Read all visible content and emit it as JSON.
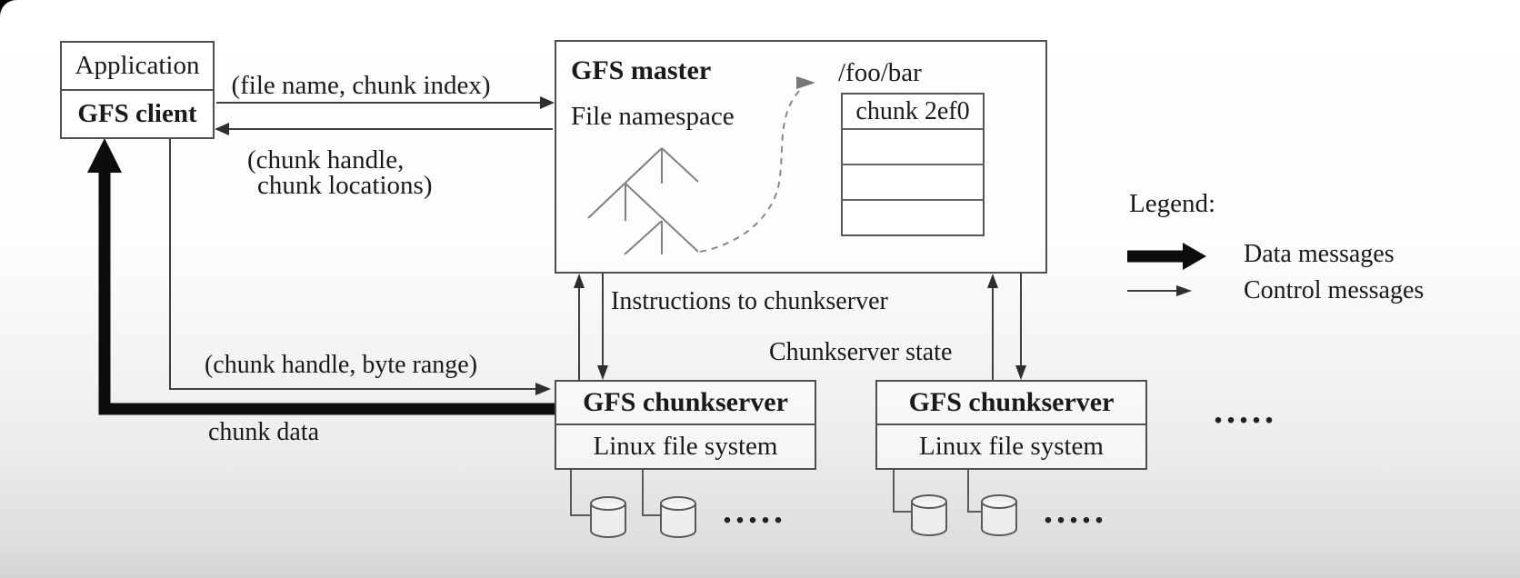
{
  "diagram": {
    "client": {
      "top_cell": "Application",
      "bottom_cell": "GFS client"
    },
    "master": {
      "title": "GFS master",
      "subtitle": "File namespace",
      "path_label": "/foo/bar",
      "chunk_table": {
        "rows": [
          "chunk 2ef0",
          "",
          "",
          ""
        ]
      }
    },
    "chunkserver1": {
      "title": "GFS chunkserver",
      "subtitle": "Linux file system"
    },
    "chunkserver2": {
      "title": "GFS chunkserver",
      "subtitle": "Linux file system"
    },
    "edge_labels": {
      "file_name_chunk_index": "(file name, chunk index)",
      "chunk_handle_line1": "(chunk handle,",
      "chunk_handle_line2": "chunk locations)",
      "chunk_handle_byte_range": "(chunk handle, byte range)",
      "chunk_data": "chunk data",
      "instructions": "Instructions to chunkserver",
      "chunkserver_state": "Chunkserver state"
    },
    "legend": {
      "title": "Legend:",
      "data_messages": "Data messages",
      "control_messages": "Control messages"
    },
    "ellipsis": ".....",
    "colors": {
      "line": "#3f3f3f",
      "thick_arrow": "#0d0d0d",
      "text": "#1a1a1a",
      "box_border": "#4f4f4f"
    }
  }
}
